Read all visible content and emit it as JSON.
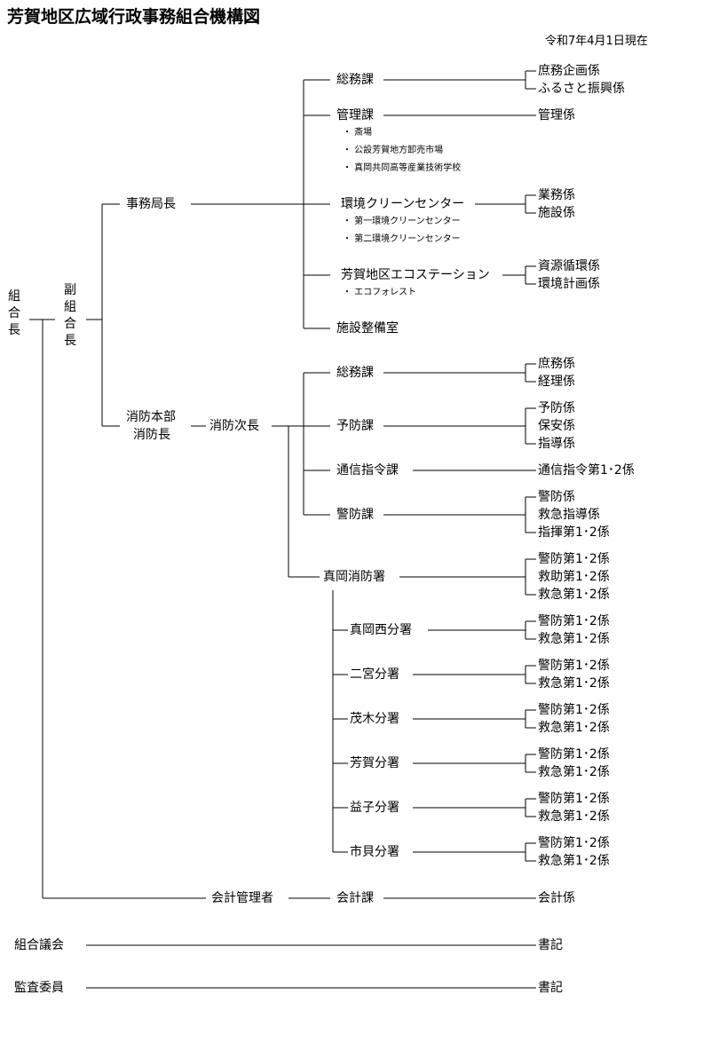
{
  "title": "芳賀地区広域行政事務組合機構図",
  "date": "令和7年4月1日現在",
  "top": {
    "kumiaicho": "組合長",
    "fuku": "副組合長"
  },
  "jimu": {
    "head": "事務局長",
    "soumu": {
      "name": "総務課",
      "kakari": [
        "庶務企画係",
        "ふるさと振興係"
      ]
    },
    "kanri": {
      "name": "管理課",
      "kakari": [
        "管理係"
      ],
      "facilities": [
        "・ 斎場",
        "・ 公設芳賀地方卸売市場",
        "・ 真岡共同高等産業技術学校"
      ]
    },
    "kankyo": {
      "name": "環境クリーンセンター",
      "kakari": [
        "業務係",
        "施設係"
      ],
      "facilities": [
        "・ 第一環境クリーンセンター",
        "・ 第二環境クリーンセンター"
      ]
    },
    "eco": {
      "name": "芳賀地区エコステーション",
      "kakari": [
        "資源循環係",
        "環境計画係"
      ],
      "facilities": [
        "・ エコフォレスト"
      ]
    },
    "shisetsu": {
      "name": "施設整備室"
    }
  },
  "fire": {
    "head1": "消防本部",
    "head2": "消防長",
    "deputy": "消防次長",
    "soumu": {
      "name": "総務課",
      "kakari": [
        "庶務係",
        "経理係"
      ]
    },
    "yobou": {
      "name": "予防課",
      "kakari": [
        "予防係",
        "保安係",
        "指導係"
      ]
    },
    "tsushin": {
      "name": "通信指令課",
      "kakari": [
        "通信指令第1･2係"
      ]
    },
    "keibou": {
      "name": "警防課",
      "kakari": [
        "警防係",
        "救急指導係",
        "指揮第1･2係"
      ]
    },
    "moka": {
      "name": "真岡消防署",
      "kakari": [
        "警防第1･2係",
        "救助第1･2係",
        "救急第1･2係"
      ]
    },
    "branches": [
      {
        "name": "真岡西分署",
        "kakari": [
          "警防第1･2係",
          "救急第1･2係"
        ]
      },
      {
        "name": "二宮分署",
        "kakari": [
          "警防第1･2係",
          "救急第1･2係"
        ]
      },
      {
        "name": "茂木分署",
        "kakari": [
          "警防第1･2係",
          "救急第1･2係"
        ]
      },
      {
        "name": "芳賀分署",
        "kakari": [
          "警防第1･2係",
          "救急第1･2係"
        ]
      },
      {
        "name": "益子分署",
        "kakari": [
          "警防第1･2係",
          "救急第1･2係"
        ]
      },
      {
        "name": "市貝分署",
        "kakari": [
          "警防第1･2係",
          "救急第1･2係"
        ]
      }
    ]
  },
  "kaikei": {
    "head": "会計管理者",
    "name": "会計課",
    "kakari": "会計係"
  },
  "gikai": {
    "name": "組合議会",
    "kakari": "書記"
  },
  "kansa": {
    "name": "監査委員",
    "kakari": "書記"
  }
}
